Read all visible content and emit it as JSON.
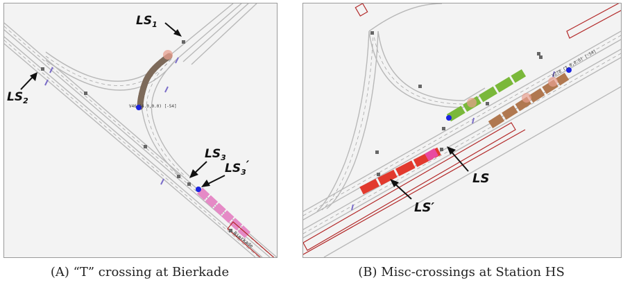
{
  "panels": [
    {
      "caption": "(A) “T” crossing at Bierkade",
      "labels": {
        "ls1_main": "LS",
        "ls1_sub": "1",
        "ls2_main": "LS",
        "ls2_sub": "2",
        "ls3_main": "LS",
        "ls3_sub": "3",
        "ls3p_main": "LS",
        "ls3p_sub": "3",
        "ls3p_prime": "′"
      },
      "annotations": {
        "train_label": "V46 (4.0,0.0) [-54]",
        "sign_text": "Bierkade"
      }
    },
    {
      "caption": "(B) Misc-crossings at Station HS",
      "labels": {
        "ls": "LS",
        "ls_prime": "LS′"
      },
      "annotations": {
        "train_label": "V278 (1.0,0.0) [-54]"
      }
    }
  ],
  "colors": {
    "track": "#b8b8b8",
    "track_dash": "#9d9d9d",
    "train_grey": "#7d6a5a",
    "train_pink": "#e58ac6",
    "train_green": "#7ab83a",
    "train_red": "#e23a2e",
    "train_brown": "#b07850",
    "vehicle_blue": "#1a22e0",
    "signal_purple": "#7a6cc8",
    "zone_red": "#b32a2a"
  }
}
